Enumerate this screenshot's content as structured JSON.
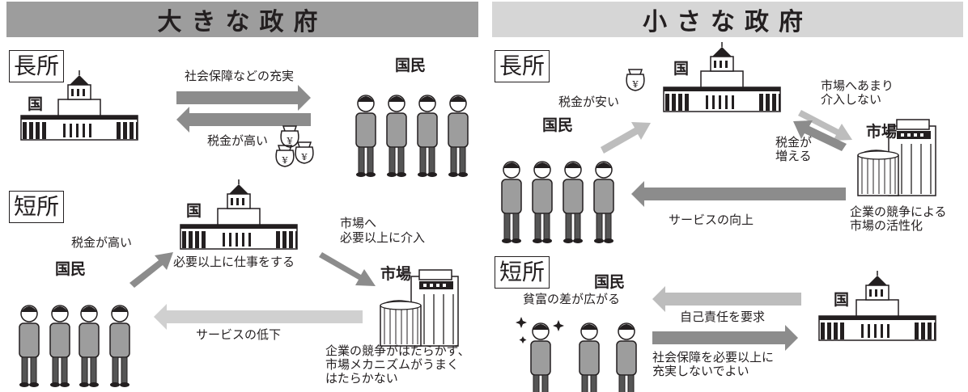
{
  "left": {
    "title": "大きな政府",
    "merit": {
      "badge": "長所",
      "state": "国",
      "people": "国民",
      "arrow_top": "社会保障などの充実",
      "arrow_bottom": "税金が高い"
    },
    "demerit": {
      "badge": "短所",
      "state": "国",
      "people": "国民",
      "market": "市場",
      "tax": "税金が高い",
      "govt_note": "必要以上に仕事をする",
      "market_note_1": "市場へ",
      "market_note_2": "必要以上に介入",
      "service": "サービスの低下",
      "comp_1": "企業の競争がはたらかず、",
      "comp_2": "市場メカニズムがうまく",
      "comp_3": "はたらかない"
    }
  },
  "right": {
    "title": "小さな政府",
    "merit": {
      "badge": "長所",
      "state": "国",
      "people": "国民",
      "market": "市場",
      "tax_low": "税金が安い",
      "intervene_1": "市場へあまり",
      "intervene_2": "介入しない",
      "tax_up_1": "税金が",
      "tax_up_2": "増える",
      "service": "サービスの向上",
      "comp_1": "企業の競争による",
      "comp_2": "市場の活性化"
    },
    "demerit": {
      "badge": "短所",
      "people": "国民",
      "state": "国",
      "gap": "貧富の差が広がる",
      "self": "自己責任を要求",
      "welfare_1": "社会保障を必要以上に",
      "welfare_2": "充実しないでよい"
    }
  },
  "colors": {
    "arrow": "#8c8c8c",
    "arrow_light": "#bdbdbd",
    "header_left": "#9d9d9d",
    "header_right": "#d6d6d6"
  },
  "icons": [
    "government-building-icon",
    "family-icon",
    "market-building-icon",
    "money-bag-icon"
  ]
}
